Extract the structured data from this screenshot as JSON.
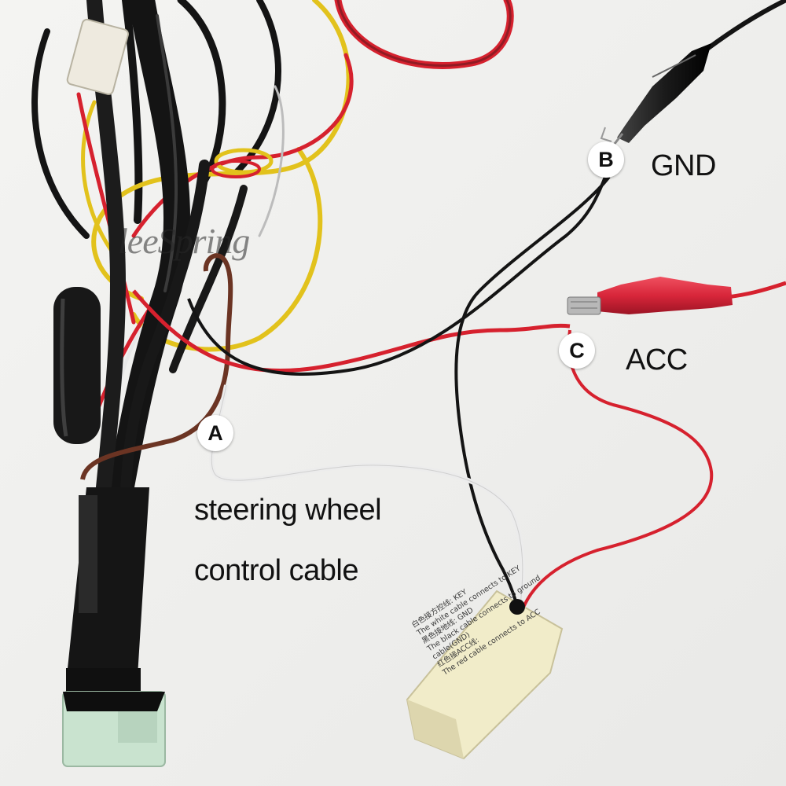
{
  "callouts": {
    "a": {
      "letter": "A",
      "label_line1": "steering wheel",
      "label_line2": "control cable"
    },
    "b": {
      "letter": "B",
      "label": "GND"
    },
    "c": {
      "letter": "C",
      "label": "ACC"
    }
  },
  "watermark": "leeSpring",
  "module_label": {
    "line1": "白色接方控线: KEY",
    "line2": "The white cable connects to KEY",
    "line3": "黑色接地线: GND",
    "line4": "The black cable connects to ground",
    "line5": "cable(GND)",
    "line6": "红色接ACC线:",
    "line7": "The red cable connects to ACC"
  },
  "colors": {
    "wire_red": "#d6212e",
    "wire_black": "#141414",
    "wire_yellow": "#e2c21c",
    "wire_brown": "#6b3423",
    "wire_white": "#ececec",
    "clip_red": "#d8263a",
    "clip_black": "#1b1b1b",
    "module_body": "#f1ecc9",
    "connector_green": "#c9e3cf"
  }
}
